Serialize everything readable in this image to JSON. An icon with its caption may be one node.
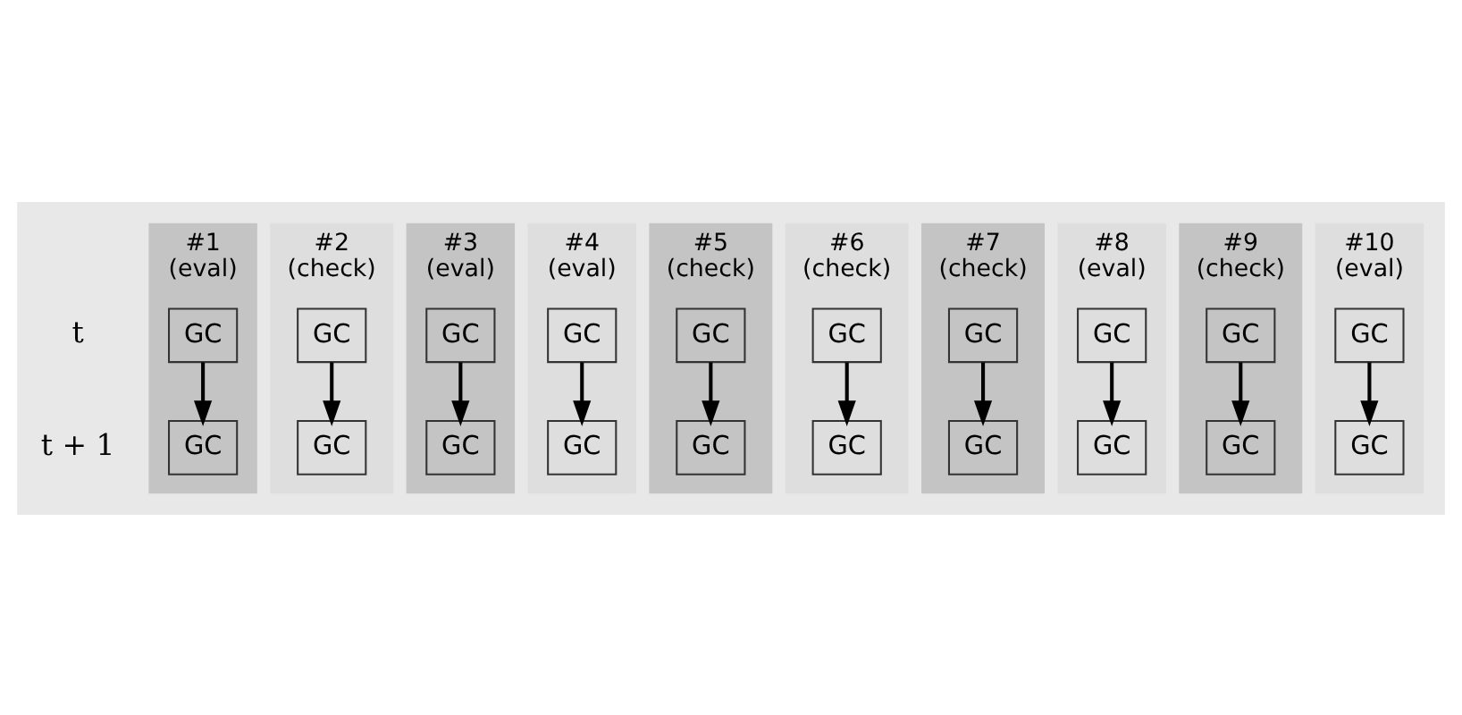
{
  "diagram": {
    "nodes": [
      {
        "text": [
          "#1",
          "(eval)"
        ]
      },
      {
        "text": [
          "GC"
        ],
        "in": 0
      },
      {
        "text": [
          "GC"
        ],
        "in": 0
      },
      {
        "text": [
          "#2",
          "(check)"
        ]
      },
      {
        "text": [
          "GC"
        ],
        "in": 3
      },
      {
        "text": [
          "GC"
        ],
        "in": 3
      },
      {
        "text": [
          "#3",
          "(eval)"
        ]
      },
      {
        "text": [
          "GC"
        ],
        "in": 6
      },
      {
        "text": [
          "GC"
        ],
        "in": 6
      },
      {
        "text": [
          "#4",
          "(eval)"
        ]
      },
      {
        "text": [
          "GC"
        ],
        "in": 9
      },
      {
        "text": [
          "GC"
        ],
        "in": 9
      },
      {
        "text": [
          "#5",
          "(check)"
        ]
      },
      {
        "text": [
          "GC"
        ],
        "in": 12
      },
      {
        "text": [
          "GC"
        ],
        "in": 12
      },
      {
        "text": [
          "#6",
          "(check)"
        ]
      },
      {
        "text": [
          "GC"
        ],
        "in": 15
      },
      {
        "text": [
          "GC"
        ],
        "in": 15
      },
      {
        "text": [
          "#7",
          "(check)"
        ]
      },
      {
        "text": [
          "GC"
        ],
        "in": 18
      },
      {
        "text": [
          "GC"
        ],
        "in": 18
      },
      {
        "text": [
          "#8",
          "(eval)"
        ]
      },
      {
        "text": [
          "GC"
        ],
        "in": 21
      },
      {
        "text": [
          "GC"
        ],
        "in": 21
      },
      {
        "text": [
          "#9",
          "(check)"
        ]
      },
      {
        "text": [
          "GC"
        ],
        "in": 24
      },
      {
        "text": [
          "GC"
        ],
        "in": 24
      },
      {
        "text": [
          "#10",
          "(eval)"
        ]
      },
      {
        "text": [
          "GC"
        ],
        "in": 27
      },
      {
        "text": [
          "GC"
        ],
        "in": 27
      }
    ],
    "edges": [
      {
        "from": 1,
        "to": 2,
        "arrow": "to"
      },
      {
        "from": 4,
        "to": 5,
        "arrow": "to"
      },
      {
        "from": 7,
        "to": 8,
        "arrow": "to"
      },
      {
        "from": 10,
        "to": 11,
        "arrow": "to"
      },
      {
        "from": 13,
        "to": 14,
        "arrow": "to"
      },
      {
        "from": 16,
        "to": 17,
        "arrow": "to"
      },
      {
        "from": 19,
        "to": 20,
        "arrow": "to"
      },
      {
        "from": 22,
        "to": 23,
        "arrow": "to"
      },
      {
        "from": 25,
        "to": 26,
        "arrow": "to"
      },
      {
        "from": 28,
        "to": 29,
        "arrow": "to"
      }
    ],
    "labels": [
      "t",
      "t + 1"
    ]
  }
}
